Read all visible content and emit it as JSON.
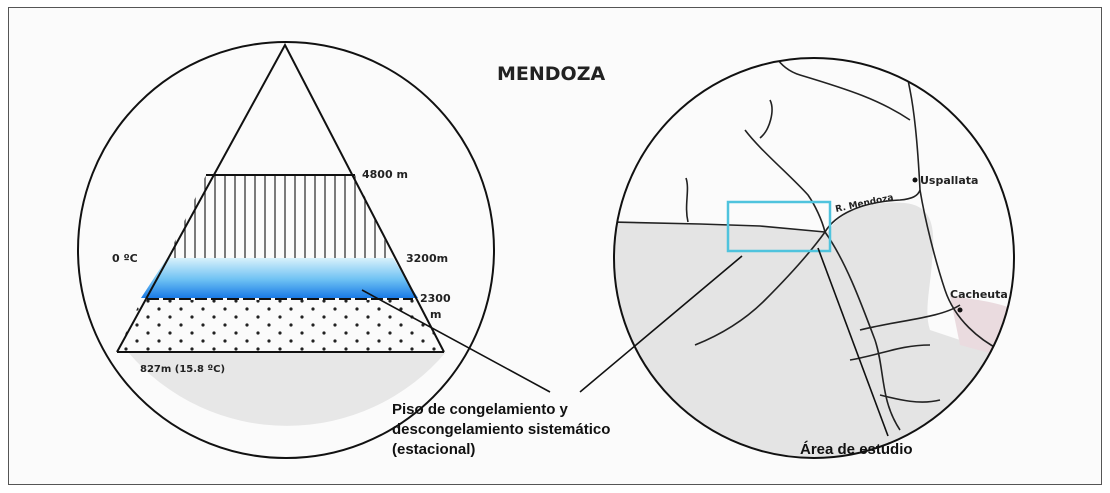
{
  "title": "MENDOZA",
  "profile": {
    "label_4800": "4800 m",
    "label_3200": "3200m",
    "label_2300_value": "2300",
    "label_2300_unit": "m",
    "label_0c": "0 ºC",
    "label_base": "827m (15.8 ºC)"
  },
  "map": {
    "label_uspallata": "Uspallata",
    "label_cacheuta": "Cacheuta",
    "label_river": "R. Mendoza"
  },
  "captions": {
    "piso_line1": "Piso de congelamiento y",
    "piso_line2": "descongelamiento sistemático",
    "piso_line3": "(estacional)",
    "area_estudio": "Área de estudio"
  },
  "colors": {
    "freeze_band_top": "#d8f1fb",
    "freeze_band_bottom": "#1a7ae6",
    "study_area_box": "#4fc3dd",
    "ink": "#111111"
  }
}
